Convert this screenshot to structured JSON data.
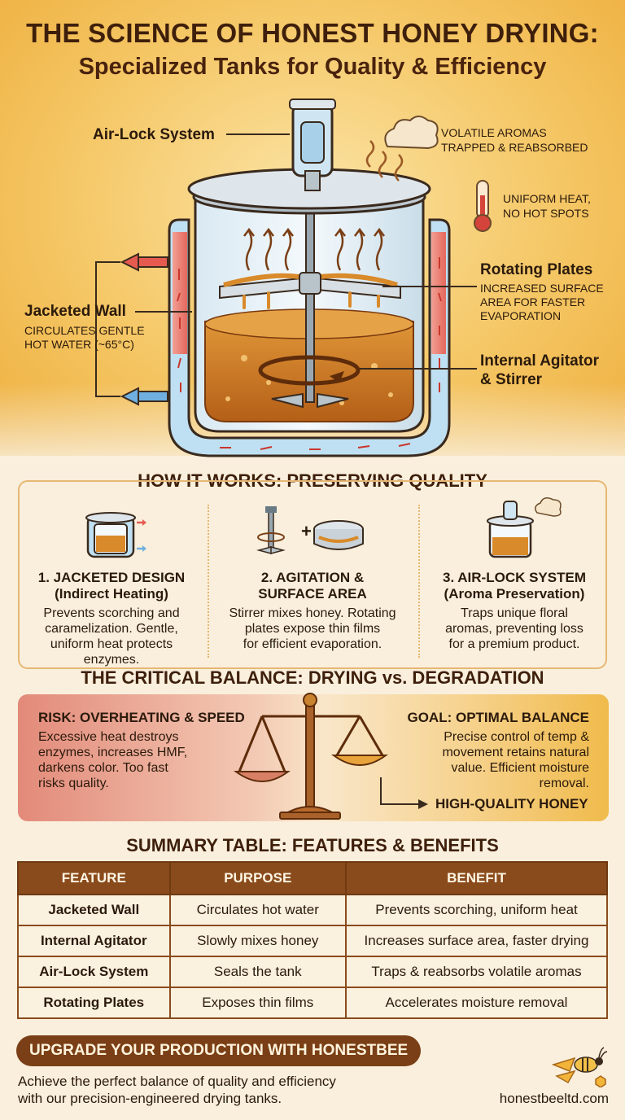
{
  "header": {
    "title": "THE SCIENCE OF HONEST HONEY DRYING:",
    "subtitle": "Specialized Tanks for Quality & Efficiency"
  },
  "diagram": {
    "airlock_label": "Air-Lock System",
    "aromas_label_1": "VOLATILE AROMAS",
    "aromas_label_2": "TRAPPED & REABSORBED",
    "heat_label_1": "UNIFORM HEAT,",
    "heat_label_2": "NO HOT SPOTS",
    "plates_title": "Rotating Plates",
    "plates_desc_1": "INCREASED SURFACE",
    "plates_desc_2": "AREA FOR FASTER",
    "plates_desc_3": "EVAPORATION",
    "wall_title": "Jacketed Wall",
    "wall_desc_1": "CIRCULATES GENTLE",
    "wall_desc_2": "HOT WATER (~65°C)",
    "agitator_title_1": "Internal Agitator",
    "agitator_title_2": "& Stirrer"
  },
  "how_it_works": {
    "title": "HOW IT WORKS: PRESERVING QUALITY",
    "columns": [
      {
        "head_1": "1. JACKETED DESIGN",
        "head_2": "(Indirect Heating)",
        "body": [
          "Prevents scorching and",
          "caramelization. Gentle,",
          "uniform heat protects",
          "enzymes."
        ]
      },
      {
        "head_1": "2. AGITATION &",
        "head_2": "SURFACE AREA",
        "body": [
          "Stirrer mixes honey. Rotating",
          "plates expose thin films",
          "for efficient evaporation."
        ]
      },
      {
        "head_1": "3. AIR-LOCK SYSTEM",
        "head_2": "(Aroma Preservation)",
        "body": [
          "Traps unique floral",
          "aromas, preventing loss",
          "for a premium product."
        ]
      }
    ]
  },
  "balance": {
    "title": "THE CRITICAL BALANCE: DRYING vs. DEGRADATION",
    "risk_head": "RISK: OVERHEATING & SPEED",
    "risk_body": [
      "Excessive heat destroys",
      "enzymes, increases HMF,",
      "darkens color. Too fast",
      "risks quality."
    ],
    "goal_head": "GOAL: OPTIMAL BALANCE",
    "goal_body": [
      "Precise control of temp &",
      "movement retains natural",
      "value. Efficient moisture",
      "removal."
    ],
    "result": "HIGH-QUALITY HONEY"
  },
  "summary": {
    "title": "SUMMARY TABLE: FEATURES & BENEFITS",
    "headers": [
      "FEATURE",
      "PURPOSE",
      "BENEFIT"
    ],
    "rows": [
      [
        "Jacketed Wall",
        "Circulates hot water",
        "Prevents scorching, uniform heat"
      ],
      [
        "Internal Agitator",
        "Slowly mixes honey",
        "Increases surface area, faster drying"
      ],
      [
        "Air-Lock System",
        "Seals the tank",
        "Traps & reabsorbs volatile aromas"
      ],
      [
        "Rotating Plates",
        "Exposes thin films",
        "Accelerates moisture removal"
      ]
    ]
  },
  "footer": {
    "banner": "UPGRADE YOUR PRODUCTION WITH HONESTBEE",
    "cta_1": "Achieve the perfect balance of quality and efficiency",
    "cta_2": "with our precision-engineered drying tanks.",
    "website": "honestbeeltd.com"
  },
  "colors": {
    "brand_brown": "#7a3f16",
    "honey": "#d9852a",
    "hot_water": "#e8736a",
    "cool_water": "#8fc6ea"
  }
}
